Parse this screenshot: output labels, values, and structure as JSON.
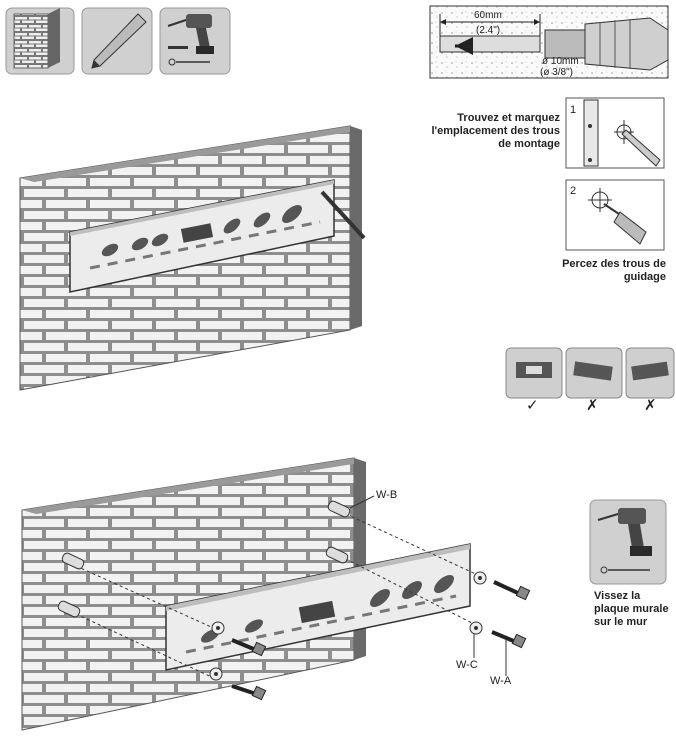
{
  "captions": {
    "mark_holes": "Trouvez et marquez l'emplacement des trous de montage",
    "drill_pilot": "Percez des trous de guidage",
    "screw_plate": "Vissez la plaque murale sur le mur"
  },
  "drill_detail": {
    "depth_metric": "60mm",
    "depth_imperial": "(2.4\")",
    "diameter_metric": "ø 10mm",
    "diameter_imperial": "(ø 3/8\")"
  },
  "steps": {
    "one": "1",
    "two": "2"
  },
  "hardware_labels": {
    "anchor": "W-B",
    "washer": "W-C",
    "screw": "W-A"
  },
  "level_check": {
    "correct_mark": "✓",
    "wrong_mark": "✗"
  },
  "icons": [
    "brick-wall-icon",
    "pencil-icon",
    "drill-icon",
    "level-icon",
    "screw-icon"
  ]
}
